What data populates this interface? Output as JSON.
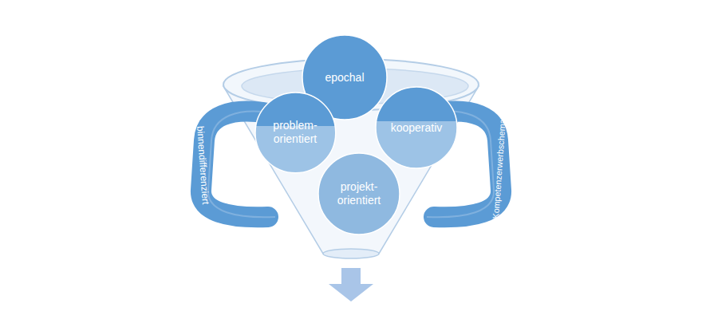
{
  "diagram": {
    "nodes": [
      {
        "text": [
          "epochal"
        ]
      },
      {
        "text": [
          "problem- orientiert"
        ]
      },
      {
        "text": [
          "kooperativ"
        ]
      },
      {
        "text": [
          "projekt- orientiert"
        ]
      },
      {
        "text": [
          "binnendifferenziert"
        ]
      },
      {
        "text": [
          "Kompetenzerwerbschemata"
        ]
      }
    ]
  }
}
